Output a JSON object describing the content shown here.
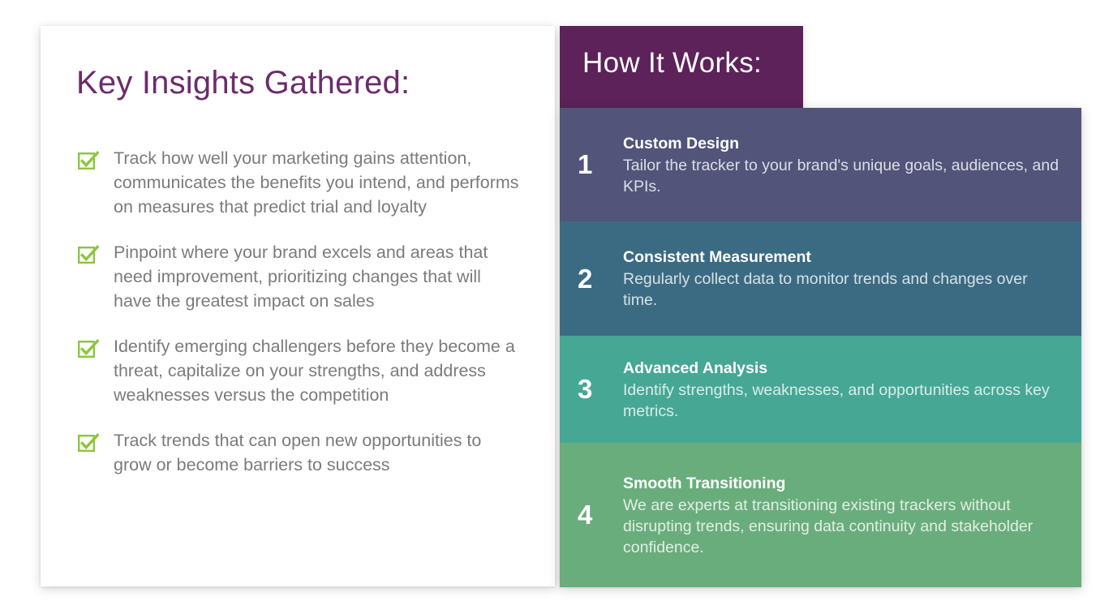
{
  "insights": {
    "title": "Key Insights Gathered:",
    "bullet_icon": "checkbox-checked-icon",
    "bullet_icon_color": "#8cc63e",
    "title_color": "#6b2d6b",
    "text_color": "#7b7b7b",
    "items": [
      {
        "text": "Track how well your marketing gains attention, communicates the benefits you intend, and performs on measures that predict trial and loyalty"
      },
      {
        "text": "Pinpoint where your brand excels and areas that need improvement, prioritizing changes that will have the greatest impact on sales"
      },
      {
        "text": "Identify emerging challengers before they become a threat, capitalize on your strengths, and address weaknesses versus the competition"
      },
      {
        "text": "Track trends that can open new opportunities to grow or become barriers to success"
      }
    ]
  },
  "how_it_works": {
    "header_title": "How It Works:",
    "header_color": "#5d2259",
    "steps": [
      {
        "number": "1",
        "title": "Custom Design",
        "description": "Tailor the tracker to your brand's unique goals, audiences, and KPIs.",
        "color": "#52547a",
        "height": 140
      },
      {
        "number": "2",
        "title": "Consistent Measurement",
        "description": "Regularly collect data to monitor trends and changes over time.",
        "color": "#3b6b82",
        "height": 141
      },
      {
        "number": "3",
        "title": "Advanced Analysis",
        "description": "Identify strengths, weaknesses, and opportunities across key metrics.",
        "color": "#46a795",
        "height": 132
      },
      {
        "number": "4",
        "title": "Smooth Transitioning",
        "description": "We are experts at transitioning existing trackers without disrupting trends, ensuring data continuity and stakeholder confidence.",
        "color": "#6aad7c",
        "height": 178
      }
    ]
  }
}
